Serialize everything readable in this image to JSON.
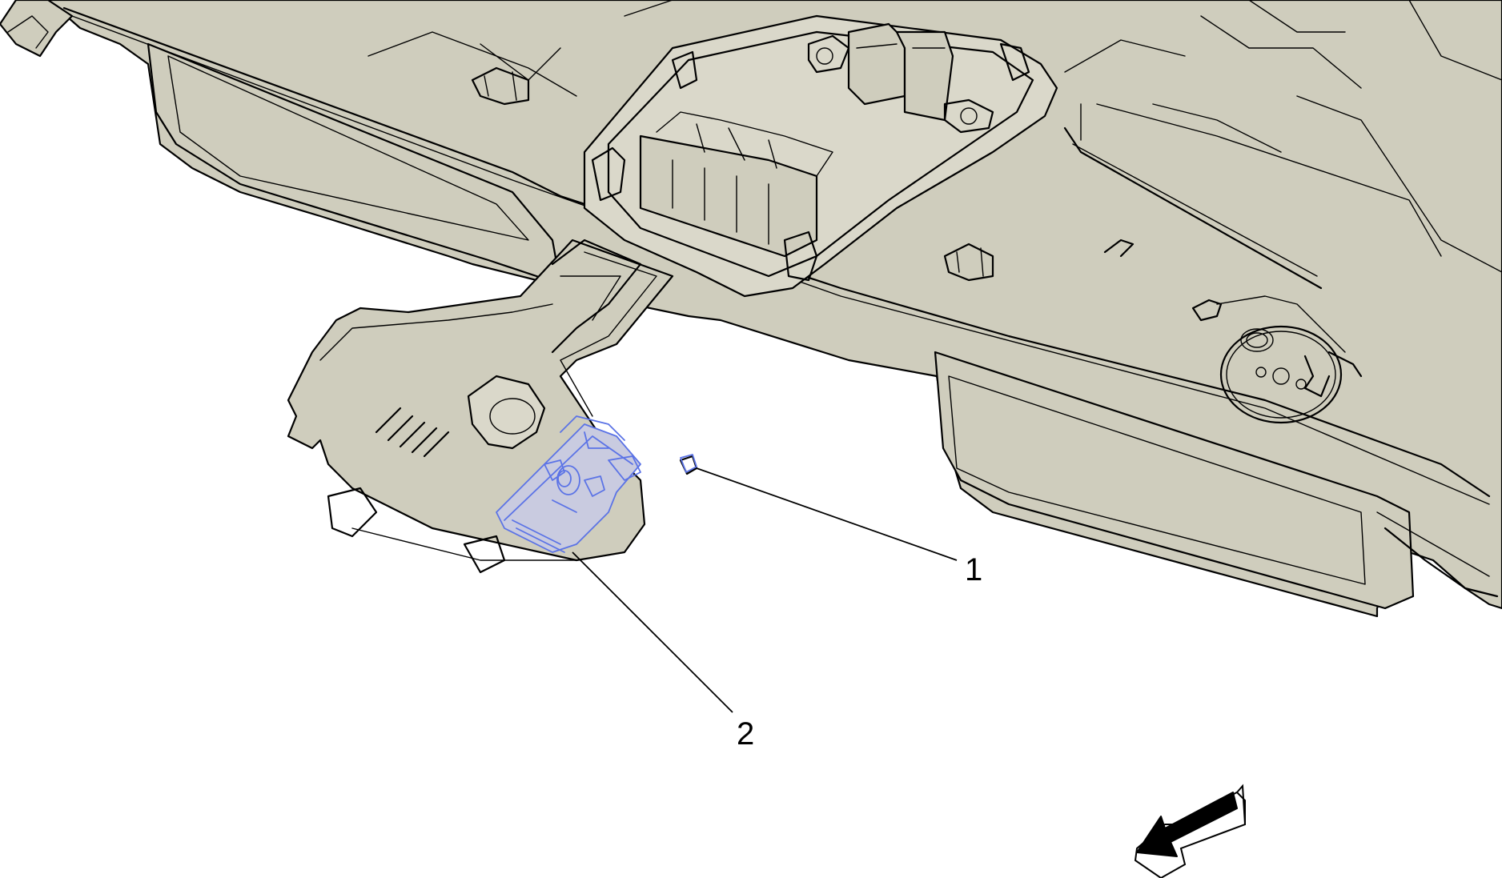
{
  "callouts": [
    {
      "id": "1",
      "label": "1"
    },
    {
      "id": "2",
      "label": "2"
    }
  ],
  "colors": {
    "part_fill": "#cfcdbd",
    "line": "#000000",
    "highlight": "#5b73e6",
    "background": "#ffffff"
  },
  "icons": {
    "direction_arrow": "front-direction-arrow-icon"
  }
}
